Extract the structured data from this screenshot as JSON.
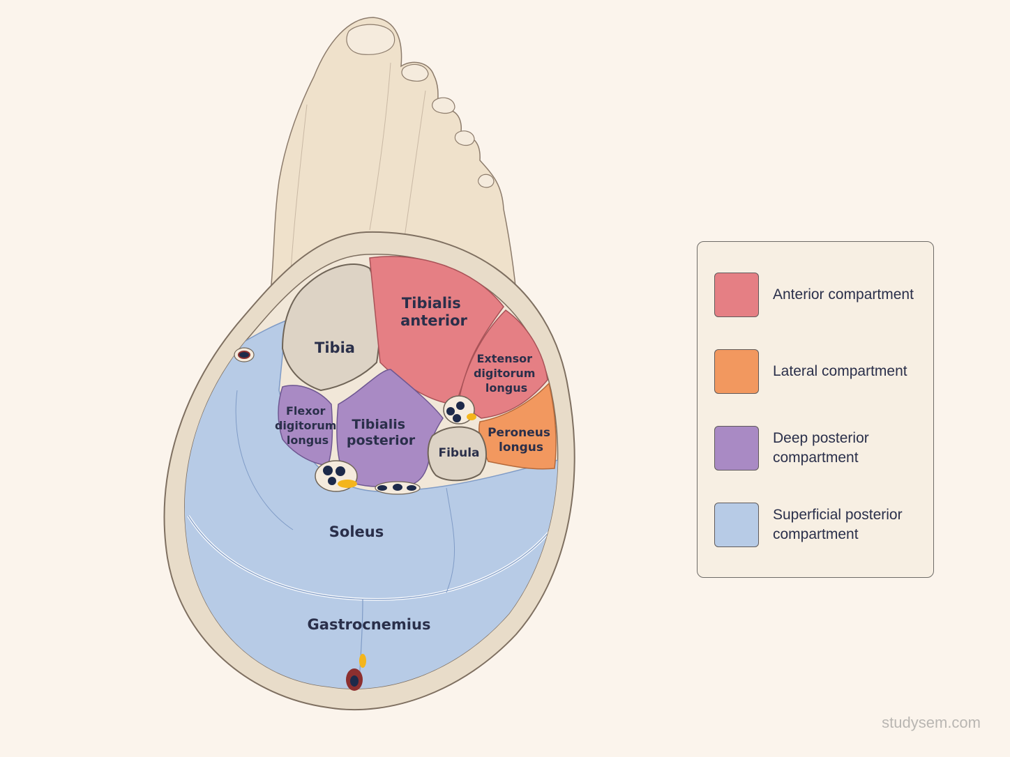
{
  "labels": {
    "tibialis_anterior": [
      "Tibialis",
      "anterior"
    ],
    "tibia": "Tibia",
    "extensor_digitorum_longus": [
      "Extensor",
      "digitorum",
      "longus"
    ],
    "flexor_digitorum_longus": [
      "Flexor",
      "digitorum",
      "longus"
    ],
    "tibialis_posterior": [
      "Tibialis",
      "posterior"
    ],
    "peroneus_longus": [
      "Peroneus",
      "longus"
    ],
    "fibula": "Fibula",
    "soleus": "Soleus",
    "gastrocnemius": "Gastrocnemius"
  },
  "legend": [
    {
      "label": "Anterior compartment",
      "color": "#e57f84"
    },
    {
      "label": "Lateral compartment",
      "color": "#f2985f"
    },
    {
      "label": "Deep posterior compartment",
      "color": "#a98ac4"
    },
    {
      "label": "Superficial posterior compartment",
      "color": "#b7cbe6"
    }
  ],
  "colors": {
    "anterior": "#e57f84",
    "lateral": "#f2985f",
    "deep_posterior": "#a98ac4",
    "superficial_posterior": "#b7cbe6",
    "bone": "#ddd3c5",
    "skin": "#efe1cb",
    "fascia": "#e8dcc9"
  },
  "watermark": "studysem.com"
}
